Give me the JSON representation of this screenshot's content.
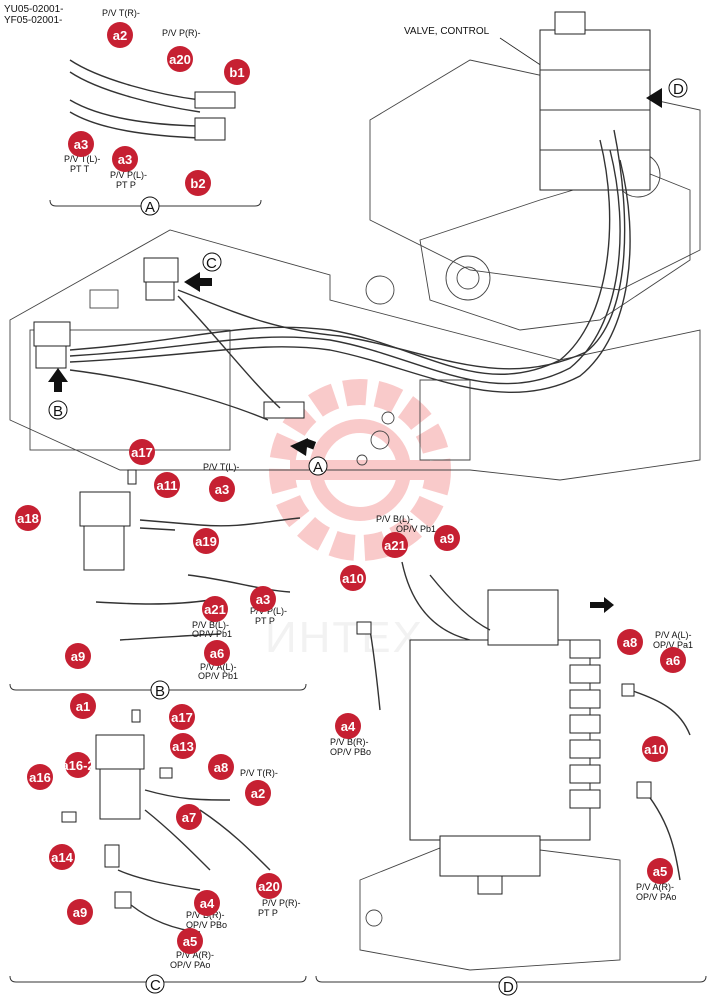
{
  "header": {
    "codes": [
      "YU05-02001-",
      "YF05-02001-"
    ],
    "component_title": "VALVE, CONTROL"
  },
  "brand": {
    "watermark": "ИНТЕХ",
    "watermark_color": "#f5a0a0"
  },
  "callout_color": "#c62032",
  "sections": {
    "A": {
      "letter": "A",
      "labels": [
        "P/V T(R)-",
        "P/V P(R)-",
        "P/V T(L)-\nPT T",
        "P/V P(L)-\nPT P"
      ],
      "callouts": [
        "a2",
        "a20",
        "b1",
        "a3",
        "a3",
        "b2"
      ]
    },
    "B": {
      "letter": "B",
      "labels": [
        "P/V T(L)-",
        "P/V P(L)-\nPT P",
        "P/V B(L)-\nOP/V Pb1",
        "P/V A(L)-\nOP/V Pb1"
      ],
      "callouts": [
        "a17",
        "a11",
        "a3",
        "a18",
        "a19",
        "a3",
        "a21",
        "a9",
        "a6"
      ]
    },
    "C": {
      "letter": "C",
      "labels": [
        "P/V T(R)-",
        "P/V P(R)-\nPT P",
        "P/V B(R)-\nOP/V PBo",
        "P/V A(R)-\nOP/V PAo"
      ],
      "callouts": [
        "a1",
        "a17",
        "a13",
        "a8",
        "a16",
        "a16-2",
        "a2",
        "a7",
        "a14",
        "a20",
        "a9",
        "a4",
        "a5"
      ]
    },
    "D": {
      "letter": "D",
      "labels": [
        "P/V B(L)-\nOP/V Pb1",
        "P/V A(L)-\nOP/V Pa1",
        "P/V B(R)-\nOP/V PBo",
        "P/V A(R)-\nOP/V PAo"
      ],
      "callouts": [
        "a21",
        "a9",
        "a10",
        "a8",
        "a6",
        "a4",
        "a10",
        "a5"
      ]
    },
    "main": {
      "arrows": [
        "A",
        "B",
        "C",
        "D"
      ]
    }
  }
}
